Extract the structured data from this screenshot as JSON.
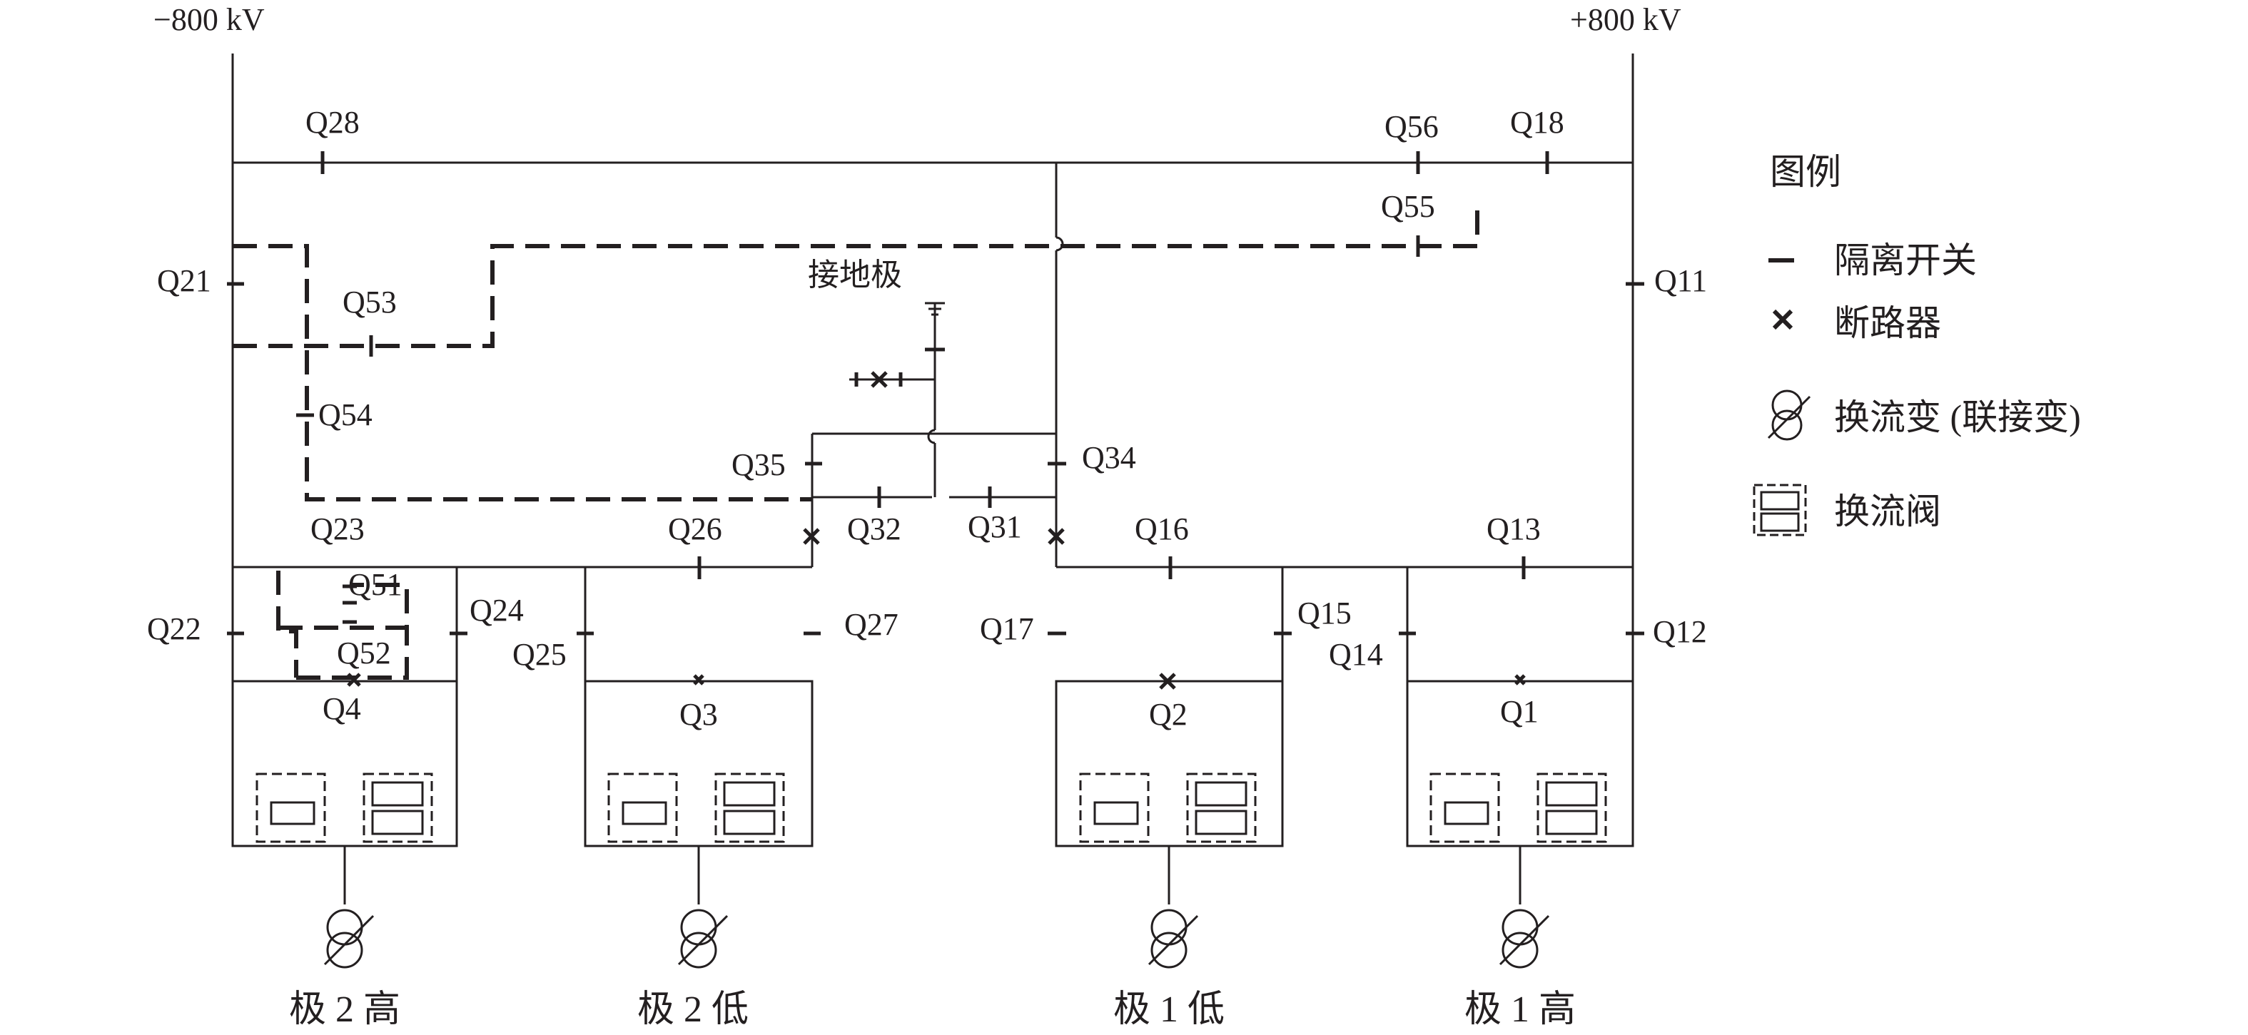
{
  "buses": {
    "negative": "−800 kV",
    "positive": "+800 kV"
  },
  "ground_electrode": "接地极",
  "switches": {
    "Q1": "Q1",
    "Q2": "Q2",
    "Q3": "Q3",
    "Q4": "Q4",
    "Q11": "Q11",
    "Q12": "Q12",
    "Q13": "Q13",
    "Q14": "Q14",
    "Q15": "Q15",
    "Q16": "Q16",
    "Q17": "Q17",
    "Q18": "Q18",
    "Q21": "Q21",
    "Q22": "Q22",
    "Q23": "Q23",
    "Q24": "Q24",
    "Q25": "Q25",
    "Q26": "Q26",
    "Q27": "Q27",
    "Q28": "Q28",
    "Q31": "Q31",
    "Q32": "Q32",
    "Q34": "Q34",
    "Q35": "Q35",
    "Q51": "Q51",
    "Q52": "Q52",
    "Q53": "Q53",
    "Q54": "Q54",
    "Q55": "Q55",
    "Q56": "Q56"
  },
  "poles": {
    "p2h": "极 2 高",
    "p2l": "极 2 低",
    "p1l": "极 1 低",
    "p1h": "极 1 高"
  },
  "legend": {
    "title": "图例",
    "items": [
      {
        "icon": "disconnector-icon",
        "label": "隔离开关"
      },
      {
        "icon": "circuit-breaker-icon",
        "label": "断路器"
      },
      {
        "icon": "converter-transformer-icon",
        "label": "换流变 (联接变)"
      },
      {
        "icon": "converter-valve-icon",
        "label": "换流阀"
      }
    ]
  },
  "colors": {
    "line": "#231f20",
    "background": "#ffffff"
  }
}
